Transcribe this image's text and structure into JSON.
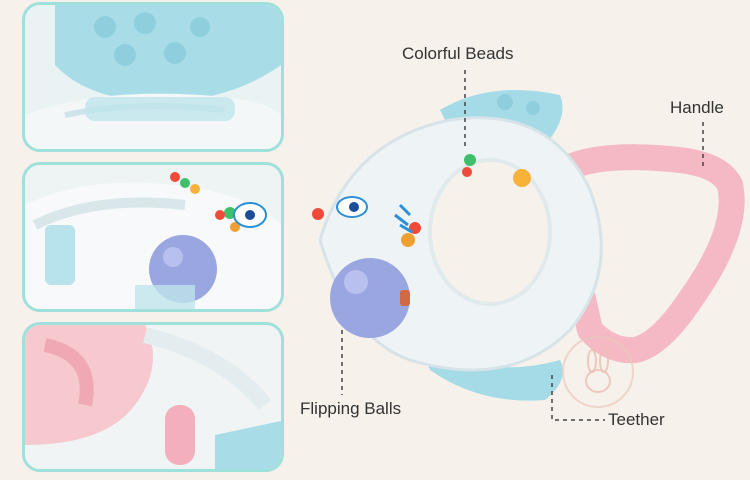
{
  "labels": {
    "colorful_beads": "Colorful Beads",
    "handle": "Handle",
    "flipping_balls": "Flipping Balls",
    "teether": "Teether"
  },
  "colors": {
    "background": "#f6f1ea",
    "panel_border": "#9fe0dc",
    "teether_blue": "#9fd8e4",
    "handle_pink": "#f4b9c2",
    "ball_purple": "#9aa6e0"
  },
  "icons": {
    "watermark": "bunny-logo-icon"
  }
}
